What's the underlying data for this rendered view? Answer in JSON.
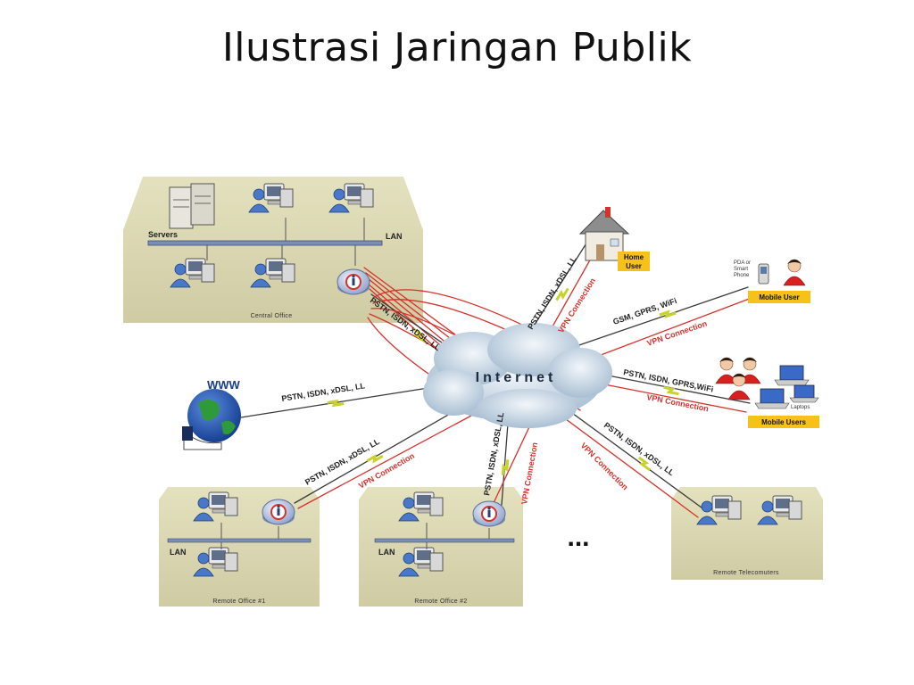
{
  "title": "Ilustrasi Jaringan Publik",
  "internet_label": "Internet",
  "central_office": {
    "label": "Central Office",
    "servers_label": "Servers",
    "lan_label": "LAN"
  },
  "remote_office_1": {
    "label": "Remote Office #1",
    "lan_label": "LAN"
  },
  "remote_office_2": {
    "label": "Remote Office #2",
    "lan_label": "LAN"
  },
  "remote_telecommuters": {
    "label": "Remote Telecomuters"
  },
  "www_label": "WWW",
  "home_user": {
    "line1": "Home",
    "line2": "User"
  },
  "mobile_user": {
    "label": "Mobile User",
    "device_line1": "PDA or",
    "device_line2": "Smart",
    "device_line3": "Phone"
  },
  "mobile_users": {
    "label": "Mobile Users",
    "device": "Laptops"
  },
  "ellipsis": "...",
  "links": {
    "central": "PSTN, ISDN, xDSL, LL",
    "www": "PSTN, ISDN, xDSL, LL",
    "home": "PSTN, ISDN, xDSL, LL",
    "mobile_user": "GSM, GPRS, WiFi",
    "mobile_users": "PSTN, ISDN, GPRS,WiFi",
    "office1": "PSTN, ISDN, xDSL, LL",
    "office2": "PSTN, ISDN, xDSL, LL",
    "telecom": "PSTN, ISDN, xDSL, LL"
  },
  "vpn_label": "VPN Connection",
  "colors": {
    "panel": "#dcd9b4",
    "vpn": "#d6312b",
    "cable": "#3a3a3a",
    "lightning": "#c8d22a",
    "tag": "#f6c21a",
    "cloud": "#c5d5e4"
  }
}
